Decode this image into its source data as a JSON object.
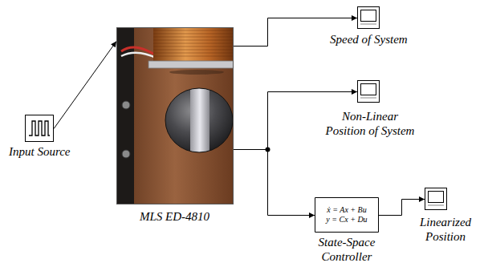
{
  "diagram": {
    "nodes": [
      {
        "text": [
          "Input Source"
        ]
      },
      {
        "text": [
          "MLS ED-4810"
        ]
      },
      {
        "text": [
          "Speed of System"
        ]
      },
      {
        "text": [
          "Non-Linear Position of System"
        ]
      },
      {
        "text": [
          "ẋ = Ax + Bu",
          "y = Cx + Du",
          "State-Space Controller"
        ]
      },
      {
        "text": [
          "Linearized Position"
        ]
      }
    ],
    "edges": [
      {
        "from": 0,
        "to": 1,
        "arrow": "to"
      },
      {
        "from": 1,
        "to": 2,
        "arrow": "to"
      },
      {
        "from": 1,
        "to": 3,
        "arrow": "to"
      },
      {
        "from": 1,
        "to": 4,
        "arrow": "to"
      },
      {
        "from": 4,
        "to": 5,
        "arrow": "to"
      }
    ]
  }
}
